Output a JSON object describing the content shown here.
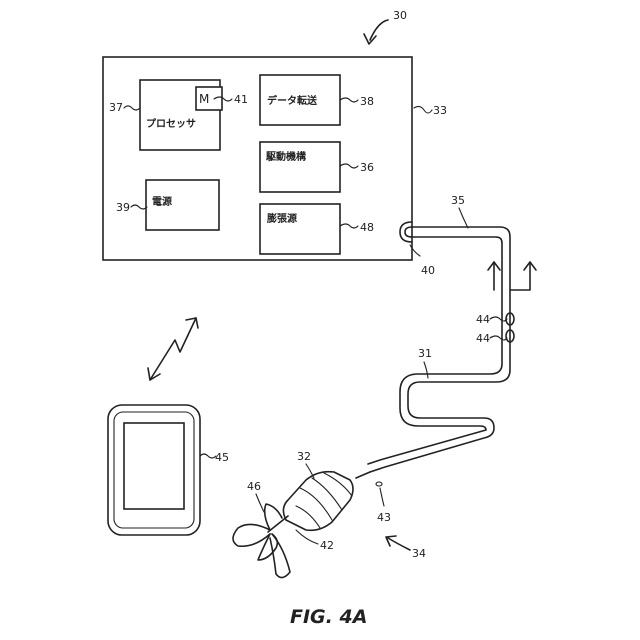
{
  "figure": {
    "caption": "FIG. 4A",
    "refs": {
      "system": "30",
      "controller": "33",
      "processor": "37",
      "memory": "41",
      "data_transfer": "38",
      "drive": "36",
      "inflation": "48",
      "power": "39",
      "port": "40",
      "tube": "35",
      "catheter": "31",
      "sensor_a": "44",
      "sensor_b": "44",
      "device": "45",
      "balloon": "32",
      "marker": "43",
      "tip": "42",
      "blades": "46",
      "assembly": "34"
    },
    "labels": {
      "memory": "M",
      "processor": "プロセッサ",
      "data_transfer": "データ転送",
      "drive": "駆動機構",
      "inflation": "膨張源",
      "power": "電源"
    }
  }
}
